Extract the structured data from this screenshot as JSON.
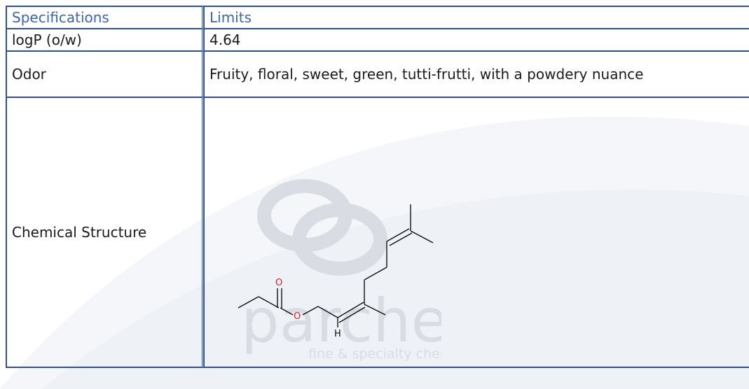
{
  "table": {
    "header": {
      "col1": "Specifications",
      "col2": "Limits"
    },
    "rows": [
      {
        "label": "logP (o/w)",
        "value": "4.64"
      },
      {
        "label": "Odor",
        "value": "Fruity, floral, sweet, green, tutti-frutti, with a powdery nuance"
      },
      {
        "label": "Chemical Structure",
        "value": ""
      }
    ]
  },
  "structure": {
    "atom_o_carbonyl": "O",
    "atom_o_ester": "O",
    "atom_h": "H"
  },
  "watermark": {
    "brand": "parchem",
    "tagline": "fine & specialty chemicals"
  },
  "colors": {
    "border": "#2f4f8f",
    "header_text": "#3a66b4",
    "oxygen": "#e0201e",
    "watermark": "#d9dde3"
  }
}
